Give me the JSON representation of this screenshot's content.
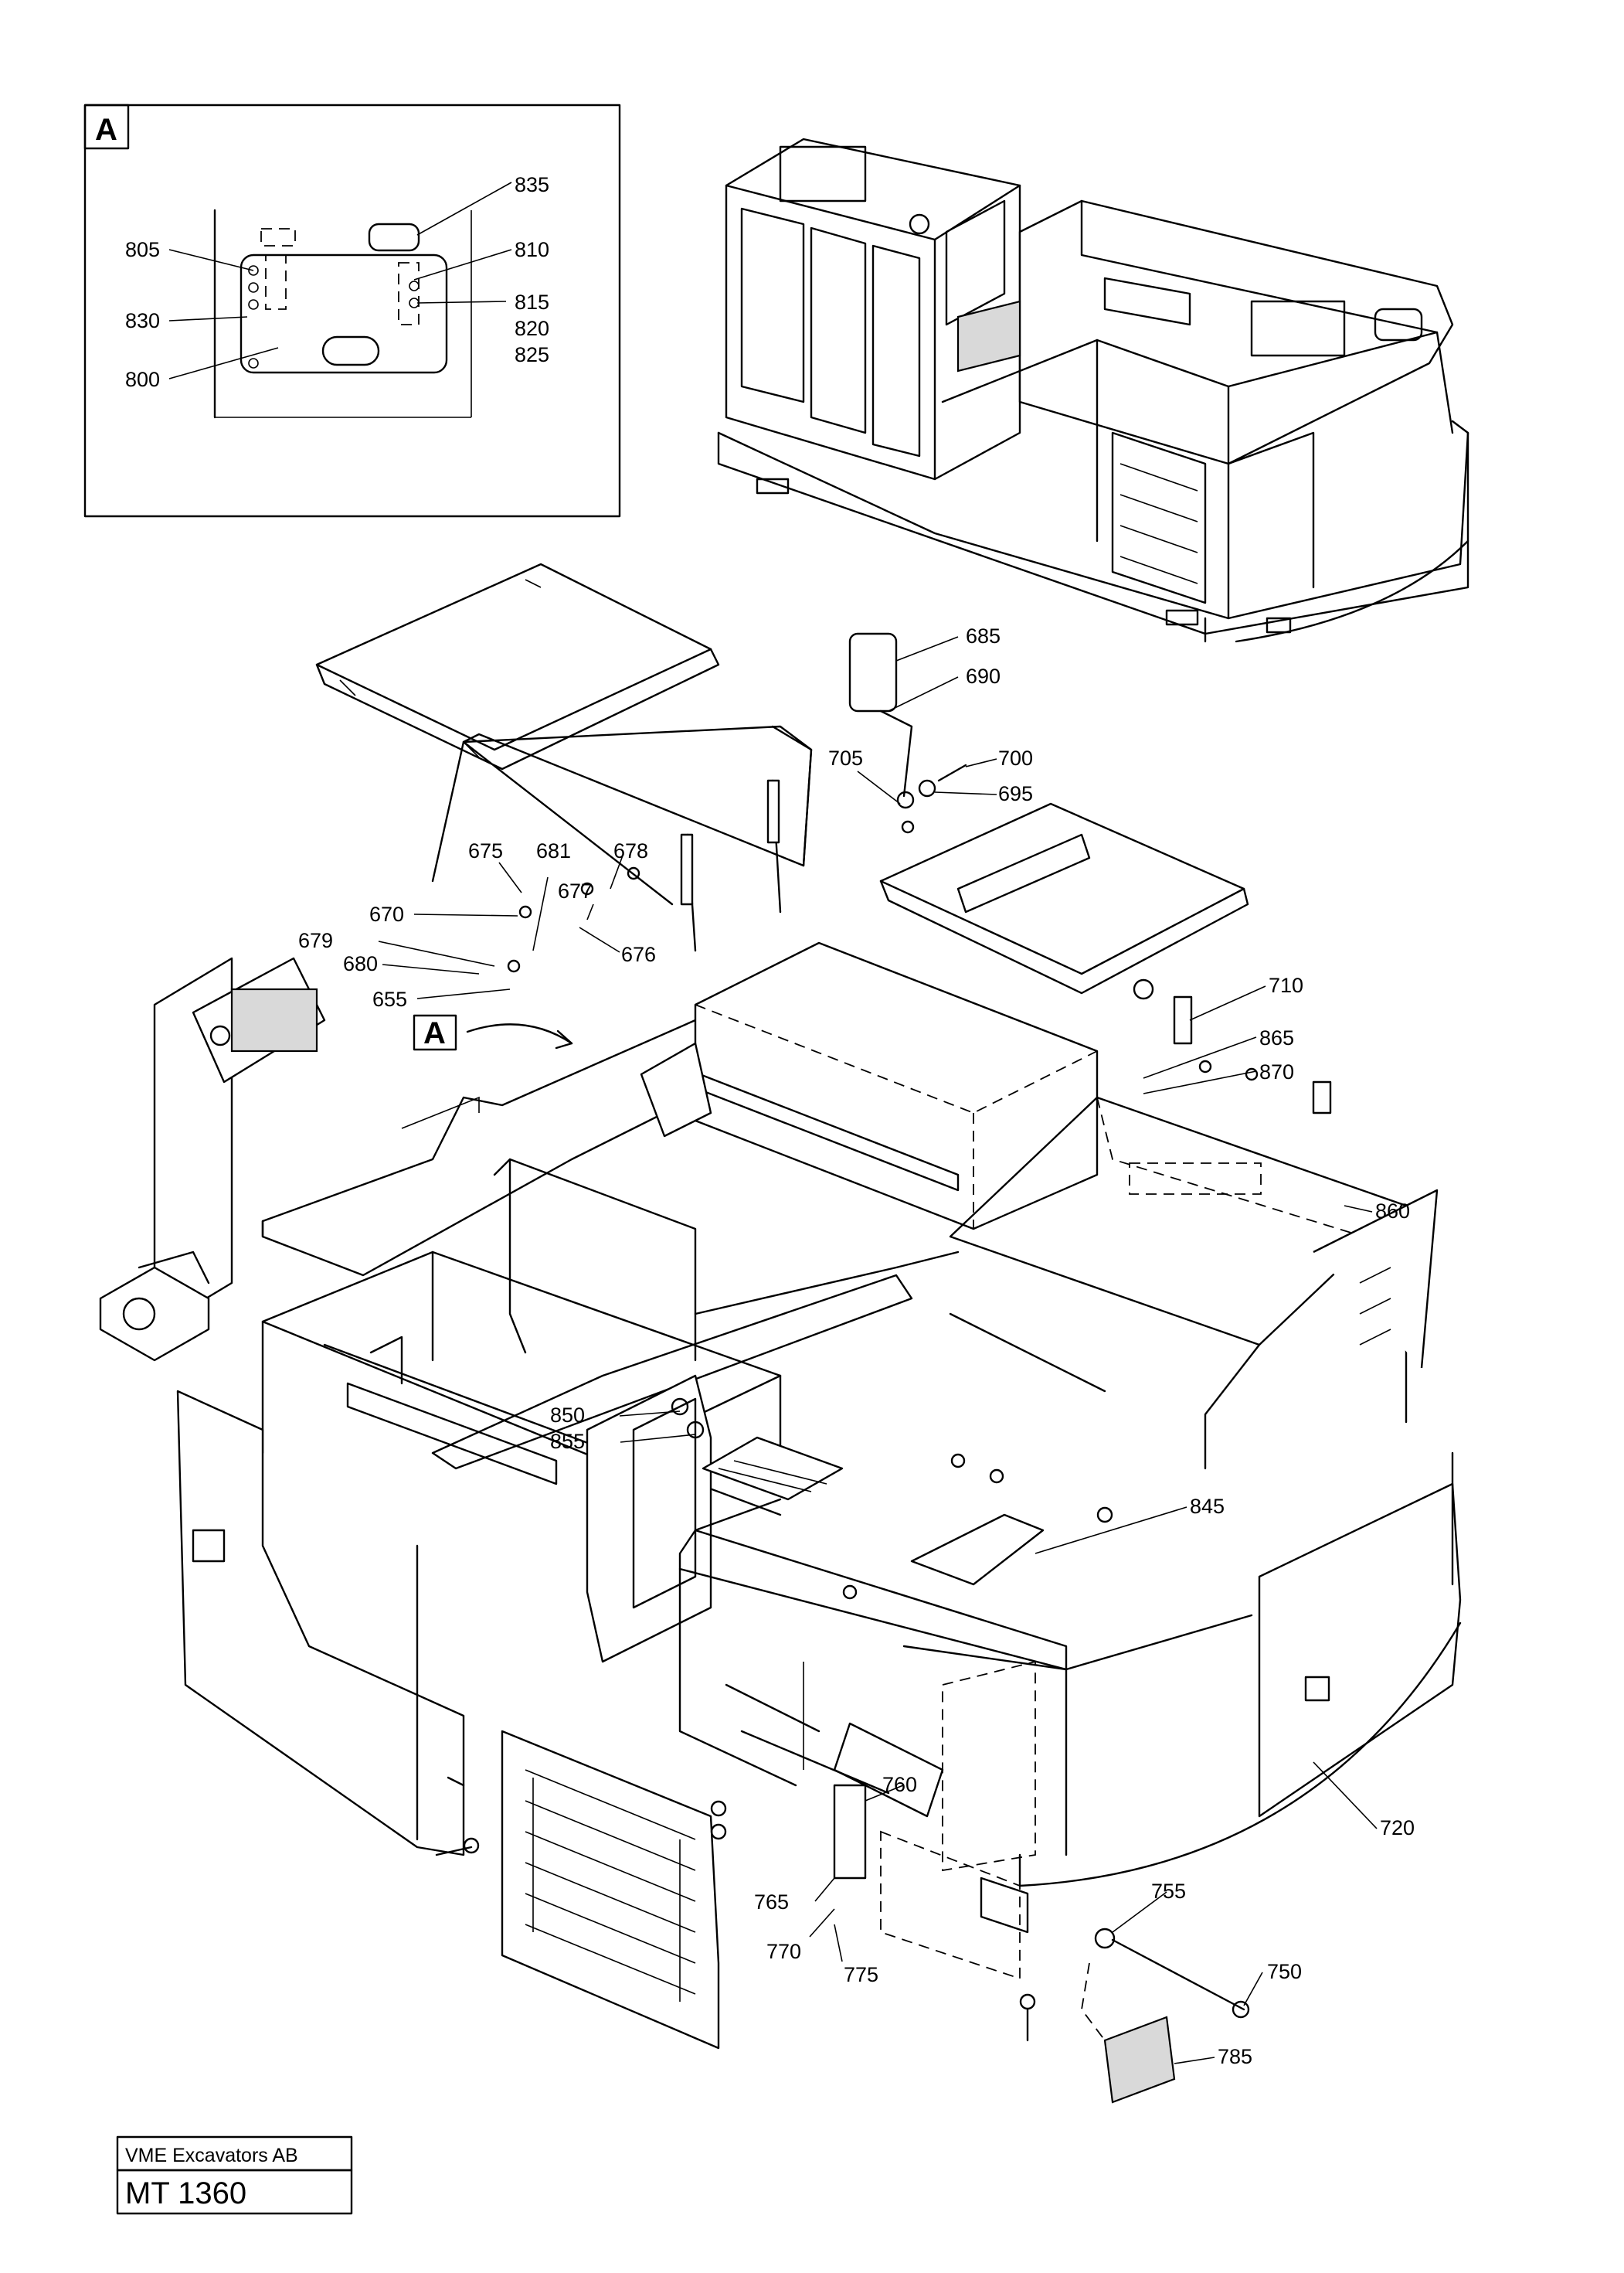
{
  "inset": {
    "letter": "A",
    "labels": [
      "835",
      "805",
      "810",
      "830",
      "815",
      "820",
      "825",
      "800"
    ]
  },
  "pointer": {
    "letter": "A"
  },
  "callouts": [
    "685",
    "690",
    "700",
    "705",
    "695",
    "675",
    "681",
    "678",
    "670",
    "677",
    "679",
    "680",
    "655",
    "676",
    "710",
    "865",
    "870",
    "860",
    "850",
    "855",
    "845",
    "760",
    "720",
    "765",
    "755",
    "770",
    "775",
    "750",
    "785"
  ],
  "title_block": {
    "company": "VME Excavators AB",
    "drawing_number": "MT 1360"
  }
}
